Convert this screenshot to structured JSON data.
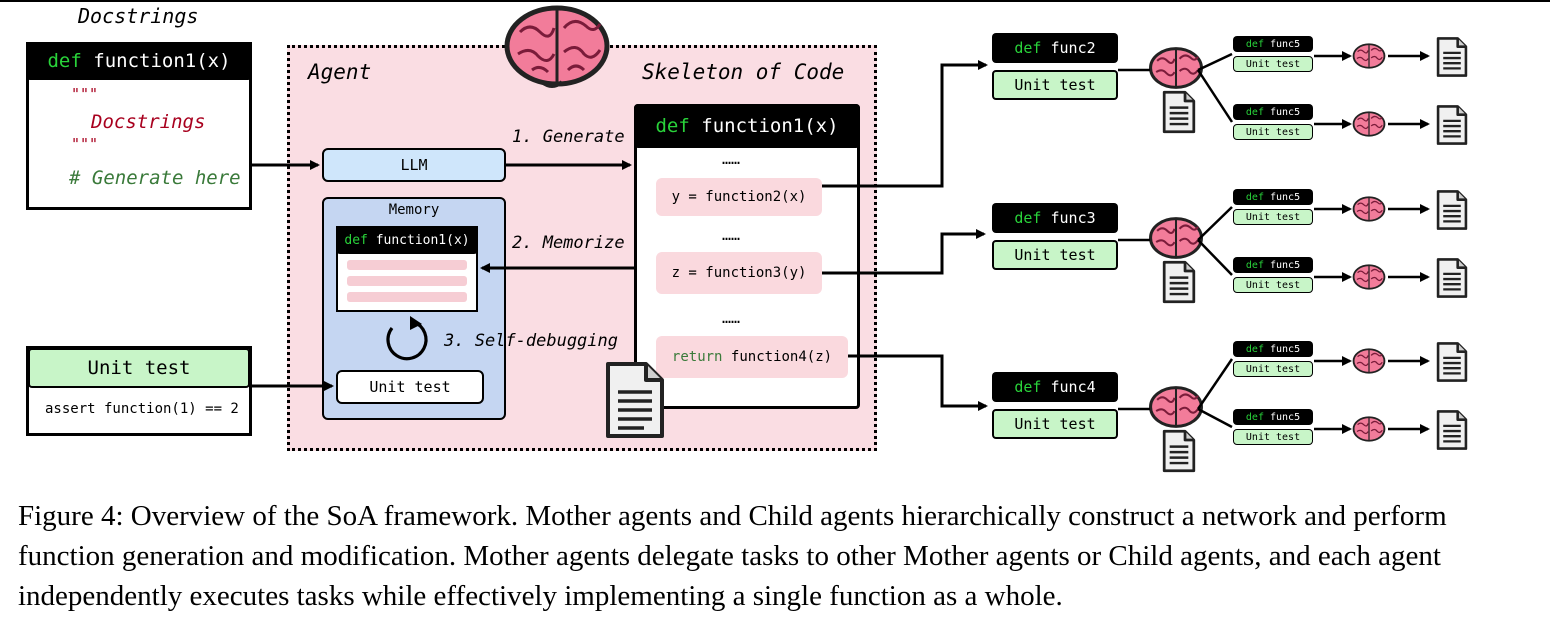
{
  "docstrings_title": "Docstrings",
  "input_card": {
    "kw": "def",
    "signature": "function1(x)",
    "quote_open": "\"\"\"",
    "doc_text": "Docstrings",
    "quote_close": "\"\"\"",
    "comment": "# Generate here"
  },
  "unit_test_card": {
    "title": "Unit test",
    "assert": "assert function(1) == 2"
  },
  "agent": {
    "label": "Agent",
    "llm": "LLM",
    "memory_title": "Memory",
    "memory_kw": "def",
    "memory_sig": "function1(x)",
    "unit_test": "Unit test",
    "step1": "1. Generate",
    "step2": "2. Memorize",
    "step3": "3. Self-debugging"
  },
  "skeleton": {
    "label": "Skeleton of Code",
    "kw": "def",
    "signature": "function1(x)",
    "dots": "……",
    "line_y": "y = function2(x)",
    "line_z": "z = function3(y)",
    "return_kw": "return",
    "return_call": "function4(z)"
  },
  "mothers": [
    {
      "kw": "def",
      "name": "func2",
      "test": "Unit test"
    },
    {
      "kw": "def",
      "name": "func3",
      "test": "Unit test"
    },
    {
      "kw": "def",
      "name": "func4",
      "test": "Unit test"
    }
  ],
  "child": {
    "kw": "def",
    "name": "func5",
    "test": "Unit test"
  },
  "colors": {
    "keyword_green": "#29d33a",
    "docstring_red": "#a8001e",
    "comment_green": "#3a7a3a",
    "agent_pink": "#fadde3",
    "llm_blue": "#cfe6fb",
    "memory_blue": "#c5d6f2",
    "test_green": "#c8f5c8"
  },
  "caption": "Figure 4: Overview of the SoA framework. Mother agents and Child agents hierarchically construct a network and perform function generation and modification. Mother agents delegate tasks to other Mother agents or Child agents, and each agent independently executes tasks while effectively implementing a single function as a whole."
}
